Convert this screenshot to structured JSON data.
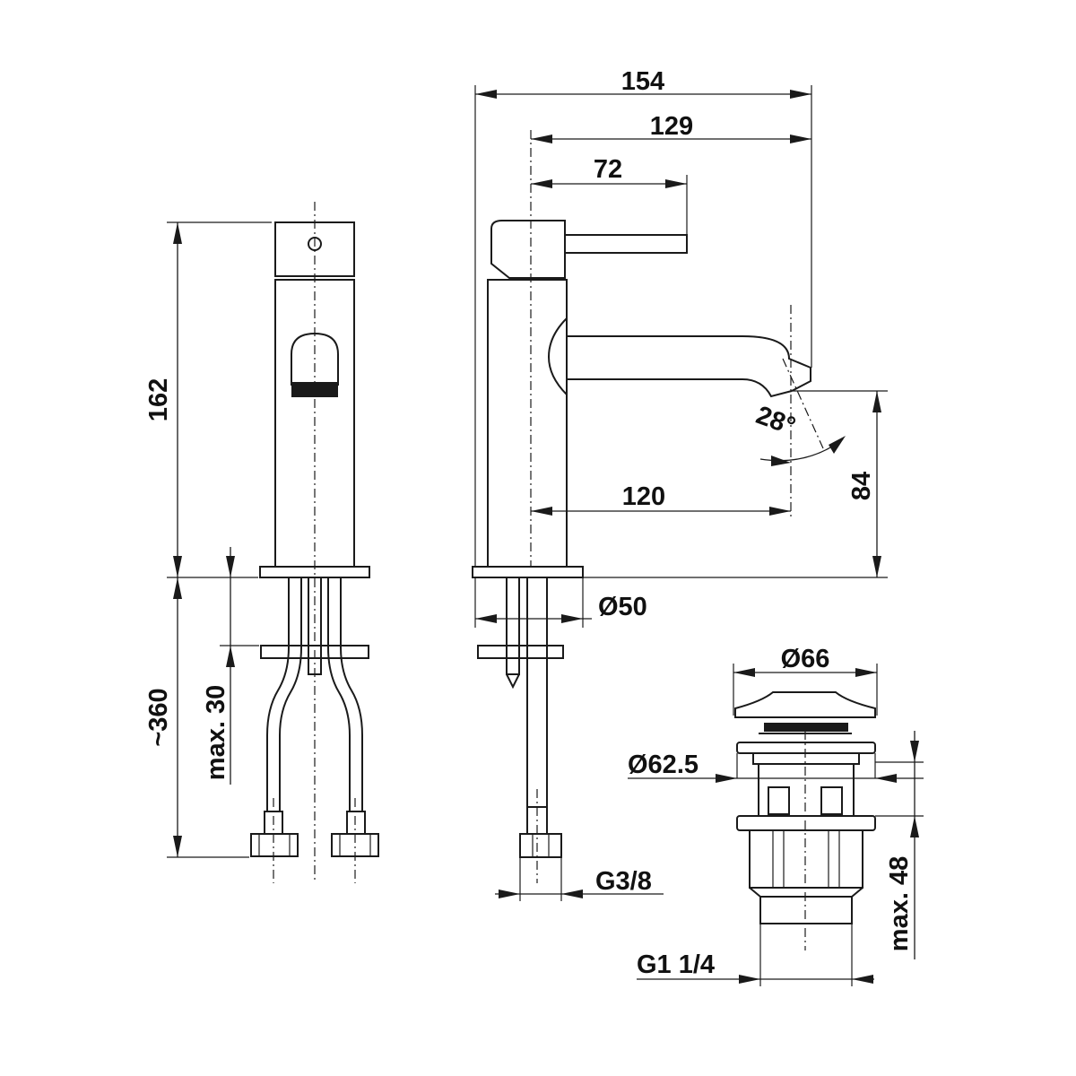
{
  "dimensions": {
    "overall_length": "154",
    "spout_reach": "129",
    "lever_length": "72",
    "body_height": "162",
    "outlet_offset": "120",
    "outlet_height": "84",
    "base_diameter": "Ø50",
    "hose_length": "~360",
    "deck_thickness": "max. 30",
    "spout_angle": "28°",
    "connection_thread": "G3/8",
    "waste_cap_diameter": "Ø66",
    "waste_flange_diameter": "Ø62.5",
    "waste_thread": "G1 1/4",
    "waste_max_depth": "max. 48"
  },
  "colors": {
    "line": "#1a1a1a",
    "background": "#ffffff"
  }
}
